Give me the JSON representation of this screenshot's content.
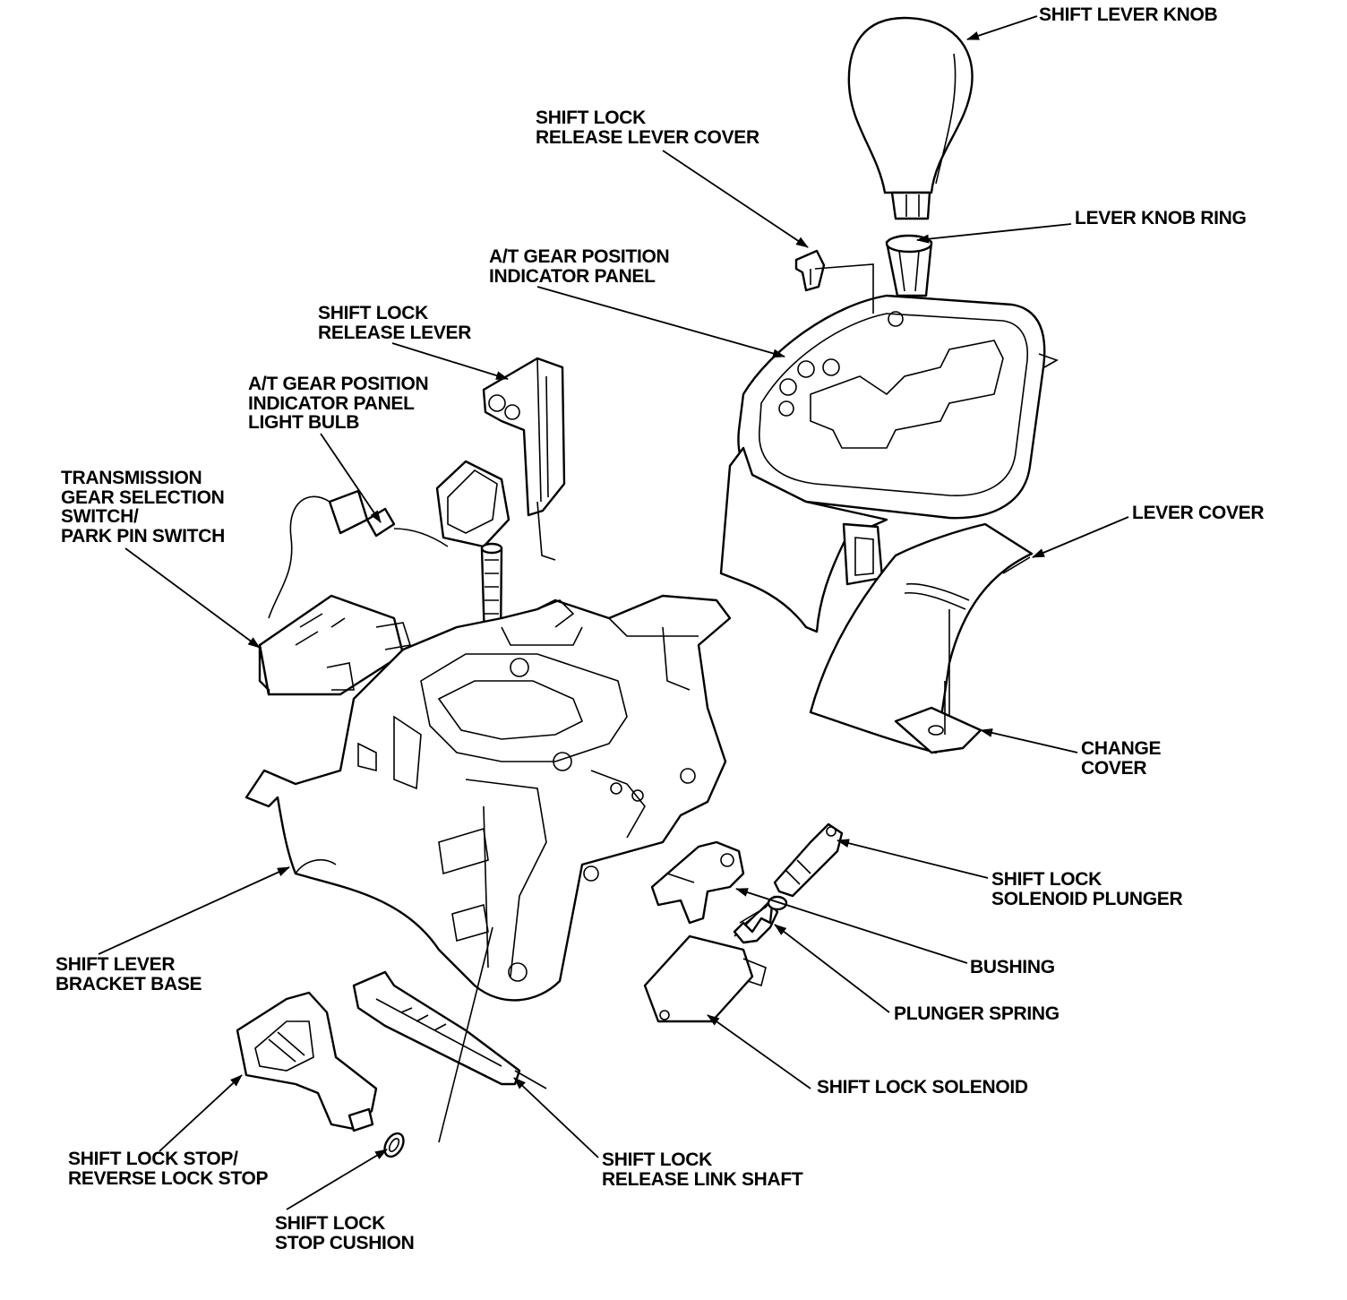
{
  "labels": {
    "shift_lever_knob": [
      "SHIFT LEVER KNOB"
    ],
    "shift_lock_release_lever_cover": [
      "SHIFT LOCK",
      "RELEASE LEVER COVER"
    ],
    "lever_knob_ring": [
      "LEVER KNOB RING"
    ],
    "at_gear_position_indicator_panel": [
      "A/T GEAR POSITION",
      "INDICATOR PANEL"
    ],
    "shift_lock_release_lever": [
      "SHIFT LOCK",
      "RELEASE LEVER"
    ],
    "at_gear_position_indicator_panel_light_bulb": [
      "A/T GEAR POSITION",
      "INDICATOR PANEL",
      "LIGHT BULB"
    ],
    "transmission_gear_selection_switch": [
      "TRANSMISSION",
      "GEAR SELECTION",
      "SWITCH/",
      "PARK PIN SWITCH"
    ],
    "lever_cover": [
      "LEVER COVER"
    ],
    "change_cover": [
      "CHANGE",
      "COVER"
    ],
    "shift_lock_solenoid_plunger": [
      "SHIFT LOCK",
      "SOLENOID PLUNGER"
    ],
    "bushing": [
      "BUSHING"
    ],
    "plunger_spring": [
      "PLUNGER SPRING"
    ],
    "shift_lock_solenoid": [
      "SHIFT LOCK SOLENOID"
    ],
    "shift_lever_bracket_base": [
      "SHIFT LEVER",
      "BRACKET BASE"
    ],
    "shift_lock_stop_reverse_lock_stop": [
      "SHIFT LOCK STOP/",
      "REVERSE LOCK STOP"
    ],
    "shift_lock_release_link_shaft": [
      "SHIFT LOCK",
      "RELEASE LINK SHAFT"
    ],
    "shift_lock_stop_cushion": [
      "SHIFT LOCK",
      "STOP CUSHION"
    ]
  }
}
